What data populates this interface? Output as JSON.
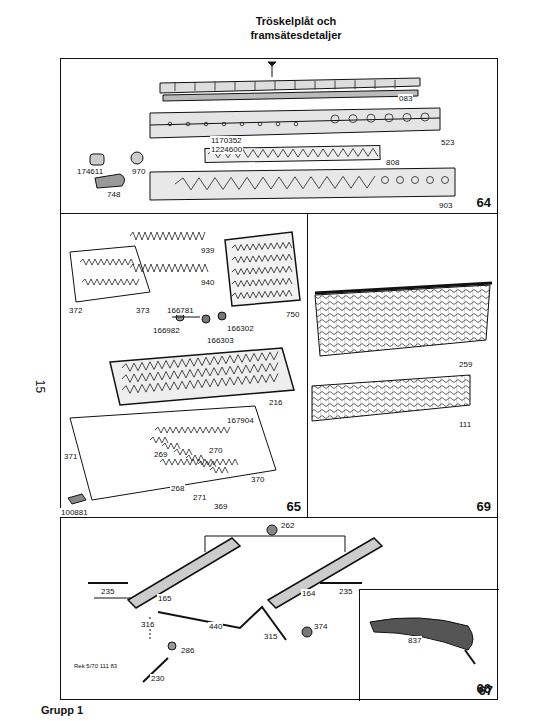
{
  "diagram": {
    "title": "Tröskelplåt och framsätesdetaljer",
    "nodes": [
      {
        "text": [
          "64"
        ]
      },
      {
        "text": [
          "65"
        ]
      },
      {
        "text": [
          "69"
        ]
      },
      {
        "text": [
          "66"
        ]
      },
      {
        "text": [
          "67"
        ],
        "in": 3
      }
    ],
    "labels": [
      "083",
      "523",
      "1170352",
      "1224600",
      "808",
      "174611",
      "970",
      "748",
      "903",
      "939",
      "940",
      "372",
      "373",
      "166781",
      "750",
      "166982",
      "166302",
      "166303",
      "216",
      "167904",
      "371",
      "269",
      "270",
      "370",
      "268",
      "271",
      "100881",
      "369",
      "259",
      "111",
      "262",
      "235",
      "165",
      "164",
      "235",
      "316",
      "440",
      "315",
      "374",
      "286",
      "230",
      "Rek 5/70 111 83",
      "837",
      "15",
      "Grupp 1"
    ]
  }
}
